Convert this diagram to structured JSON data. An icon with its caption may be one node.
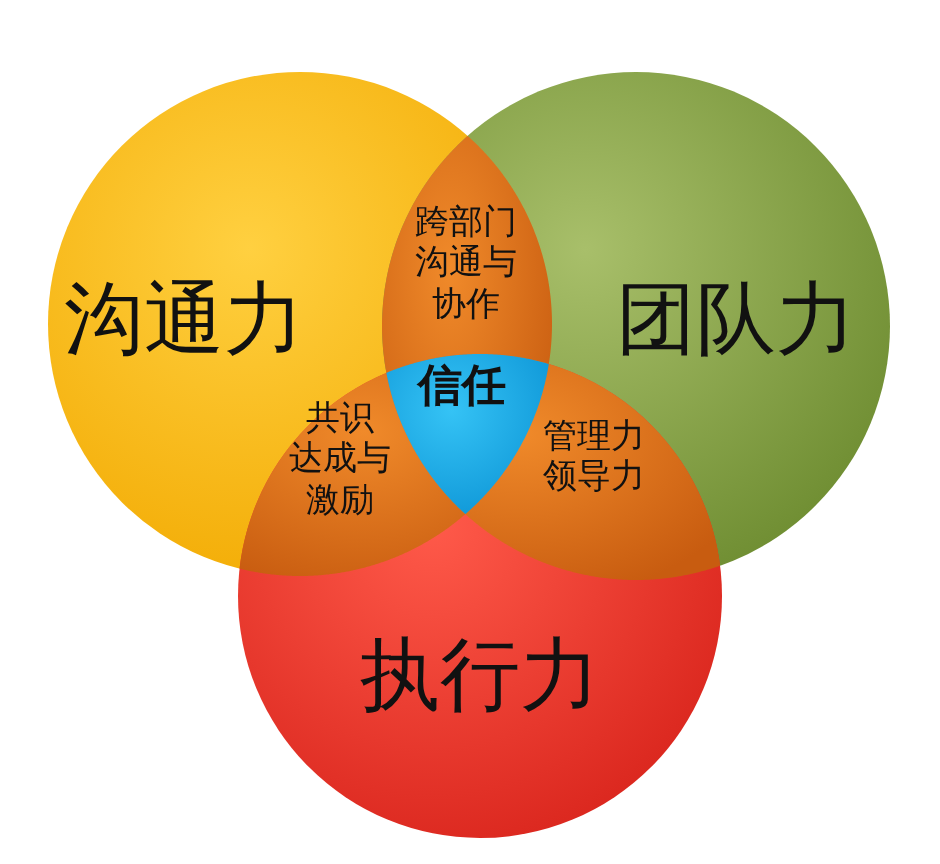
{
  "diagram": {
    "nodes": [
      {
        "text": [
          "沟通力"
        ]
      },
      {
        "text": [
          "团队力"
        ]
      },
      {
        "text": [
          "执行力"
        ]
      },
      {
        "text": [
          "跨部门沟通与协作"
        ]
      },
      {
        "text": [
          "共识达成与激励"
        ]
      },
      {
        "text": [
          "管理力领导力"
        ]
      },
      {
        "text": [
          "信任"
        ]
      }
    ]
  }
}
